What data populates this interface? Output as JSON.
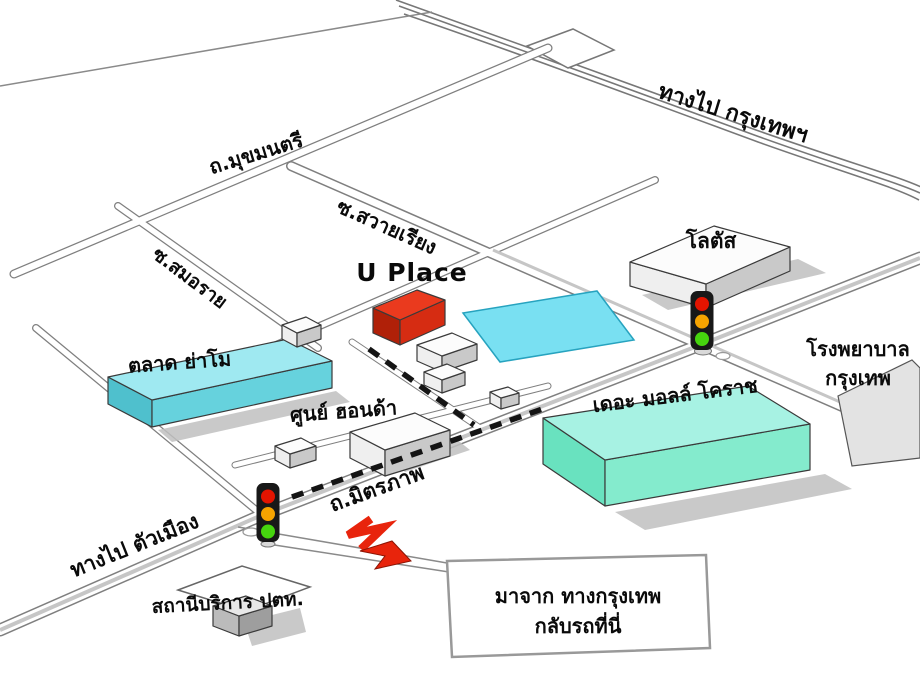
{
  "title": "U Place location map",
  "labels": {
    "u_place": "U Place",
    "to_bangkok": "ทางไป กรุงเทพฯ",
    "mukkhamontri_rd": "ถ.มุขมนตรี",
    "soi_sawai_riang": "ซ.สวายเรียง",
    "soi_samo_rai": "ซ.สมอราย",
    "lotus": "โลตัส",
    "bangkok_hospital_line1": "โรงพยาบาล",
    "bangkok_hospital_line2": "กรุงเทพ",
    "yamo_market": "ตลาด ย่าโม",
    "honda_center": "ศูนย์ ฮอนด้า",
    "the_mall_korat": "เดอะ มอลล์ โคราช",
    "mitraphap_rd": "ถ.มิตรภาพ",
    "to_city": "ทางไป ตัวเมือง",
    "ptt_station": "สถานีบริการ ปตท.",
    "callout_line1": "มาจาก ทางกรุงเทพ",
    "callout_line2": "กลับรถที่นี่"
  },
  "colors": {
    "uplace": {
      "top": "#ea3a1e",
      "left": "#b02008",
      "right": "#d62c12"
    },
    "market": {
      "top": "#9fe9f1",
      "left": "#4fc0cd",
      "right": "#66d2dd"
    },
    "mall": {
      "top": "#a7f2e3",
      "left": "#69e2bf",
      "right": "#84ebcd"
    },
    "pond": "#79e0f2",
    "white_building": {
      "top": "#fcfcfc",
      "left": "#efefef",
      "right": "#c9c9c9"
    },
    "hospital_block": "#e3e3e3",
    "traffic_light": {
      "body": "#181818",
      "red": "#e31400",
      "amber": "#f5a300",
      "green": "#46d40e"
    },
    "arrow_red": "#e8240c",
    "dash": "#141414",
    "text": "#0a0a0a"
  }
}
